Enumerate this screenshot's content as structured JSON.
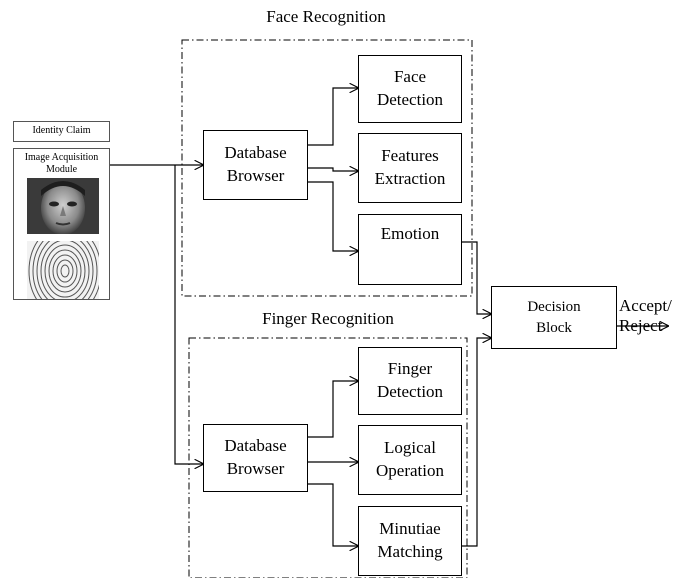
{
  "face_section": {
    "title": "Face Recognition",
    "database_browser": "Database\nBrowser",
    "face_detection": "Face\nDetection",
    "features_extraction": "Features\nExtraction",
    "emotion": "Emotion"
  },
  "finger_section": {
    "title": "Finger Recognition",
    "database_browser": "Database\nBrowser",
    "finger_detection": "Finger\nDetection",
    "logical_operation": "Logical\nOperation",
    "minutiae_matching": "Minutiae\nMatching"
  },
  "input_panel": {
    "identity_claim": "Identity Claim",
    "image_acquisition": "Image Acquisition\nModule",
    "face_image_icon": "face-photo-icon",
    "fingerprint_image_icon": "fingerprint-icon"
  },
  "decision": {
    "label": "Decision\nBlock",
    "outcome": "Accept/\nReject"
  }
}
